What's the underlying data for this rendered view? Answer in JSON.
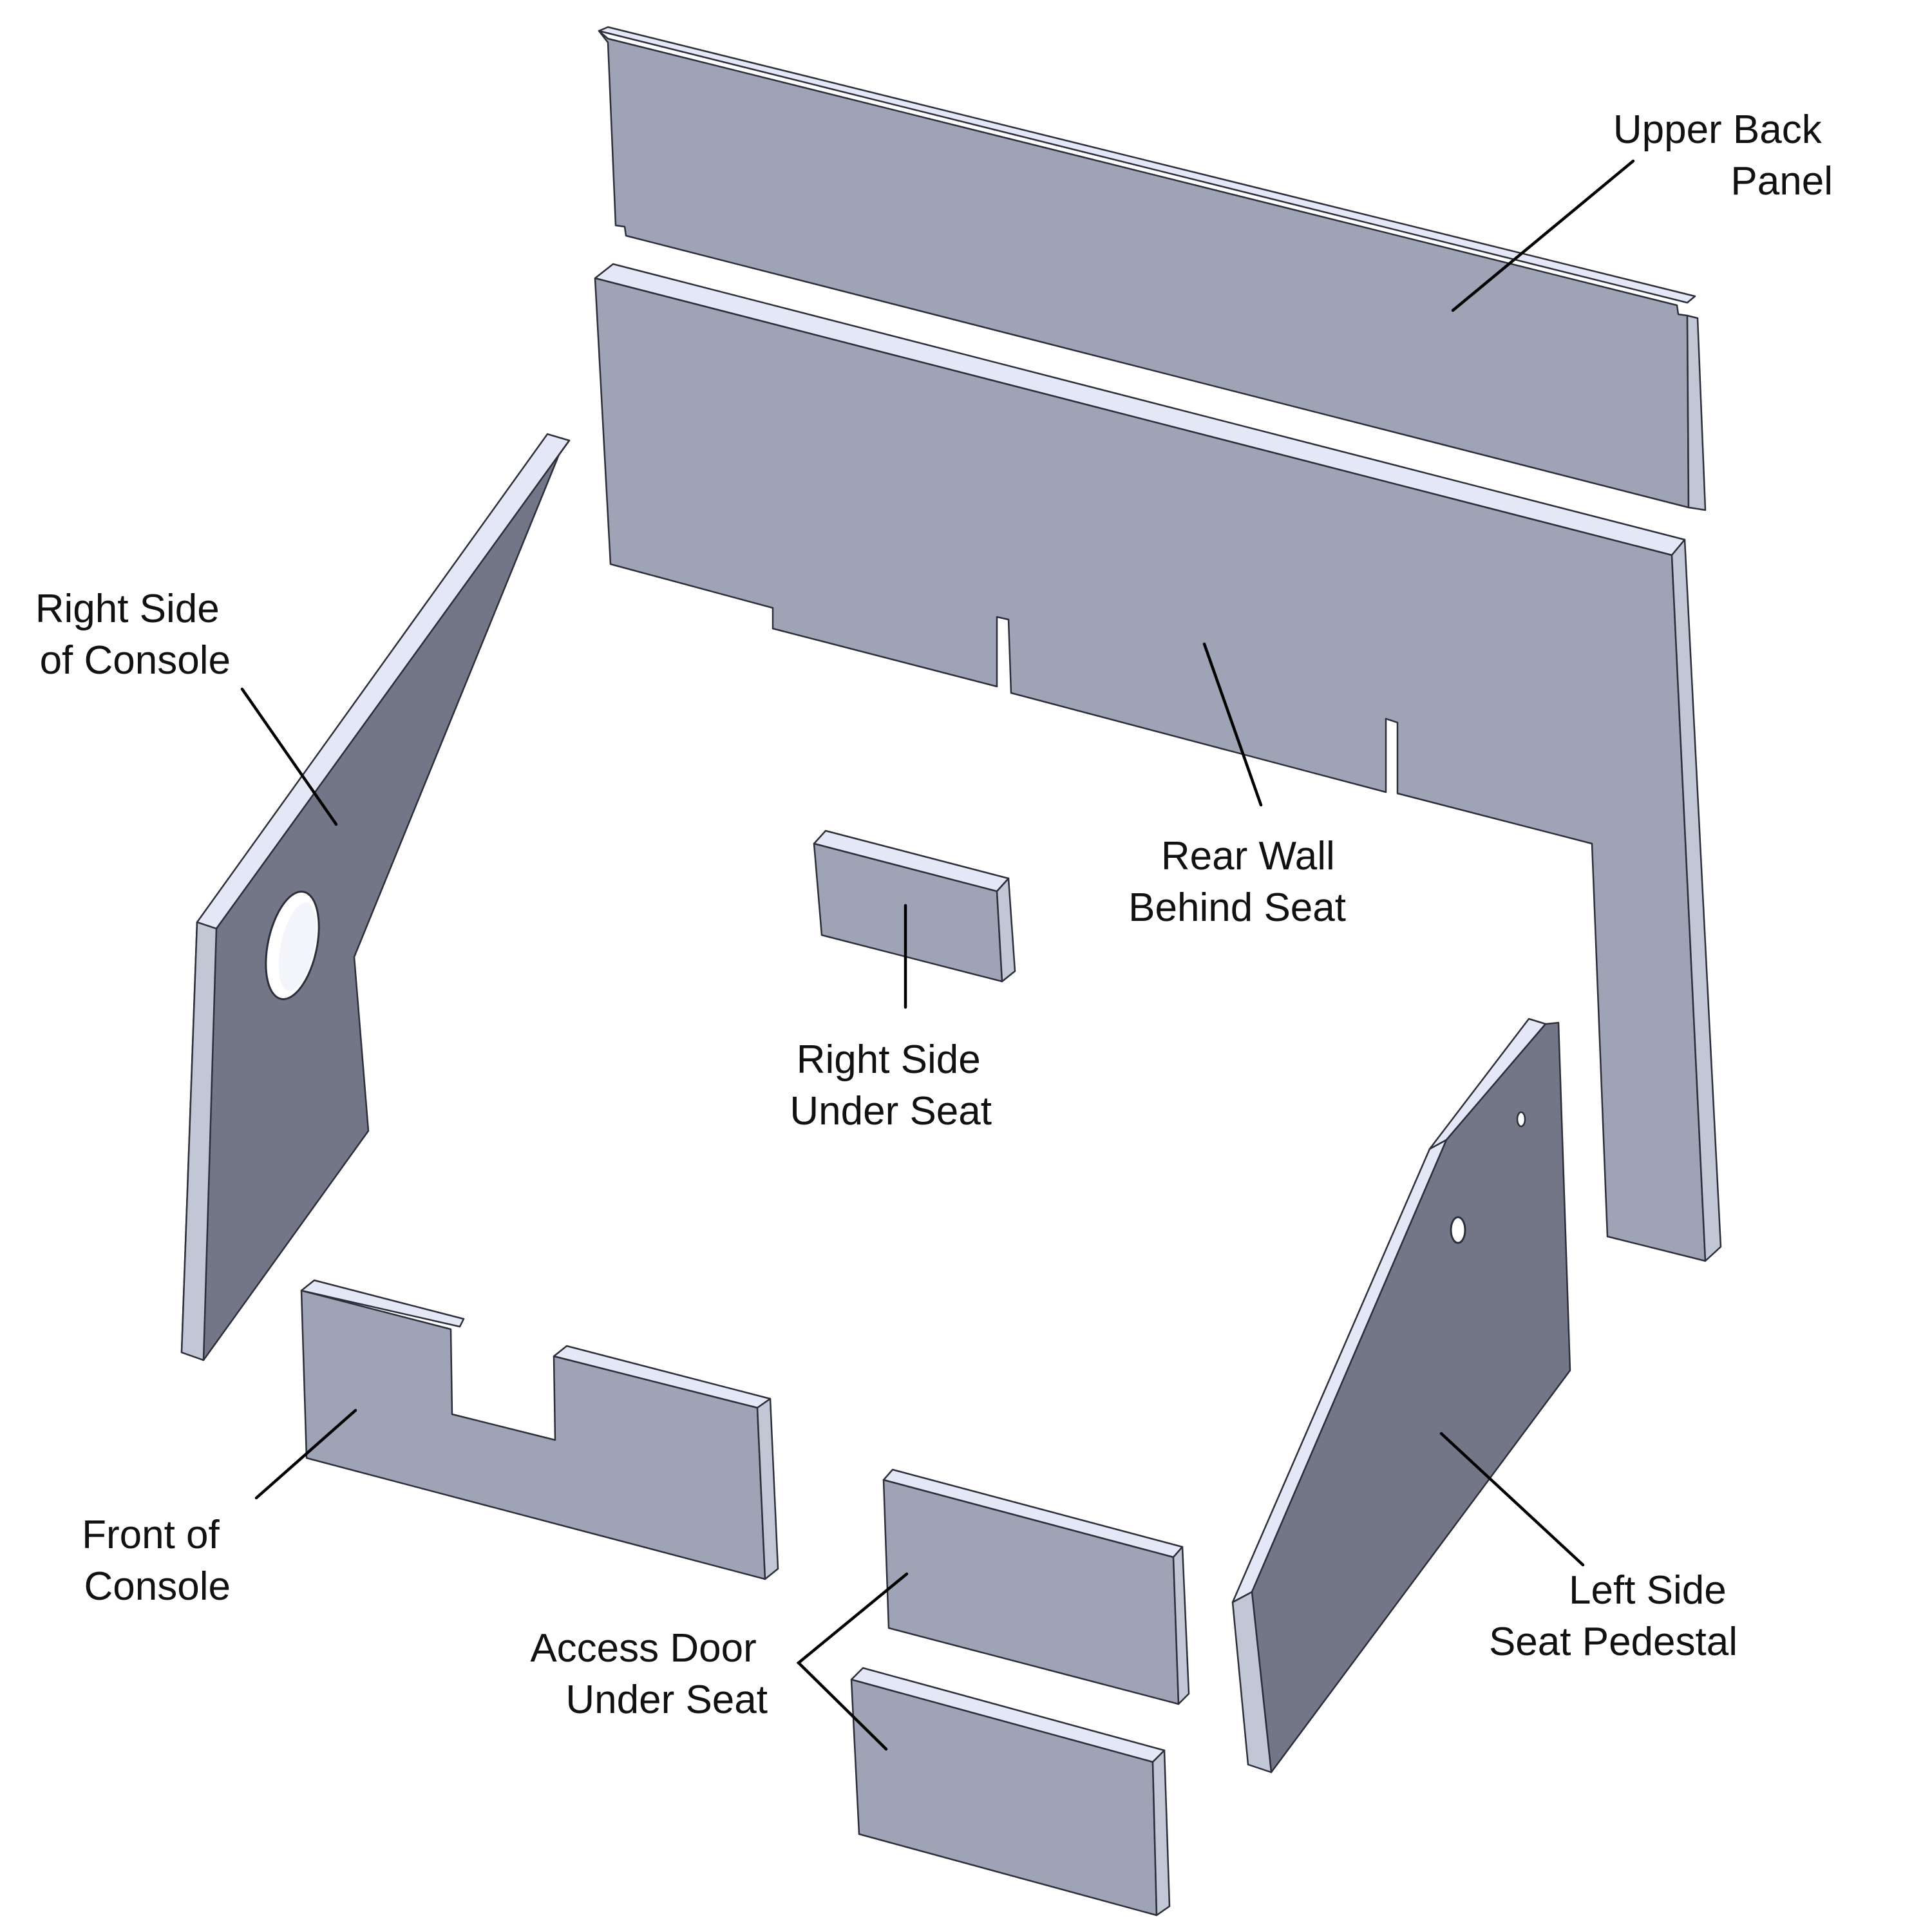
{
  "labels": {
    "upper_back_panel": [
      "Upper Back",
      "Panel"
    ],
    "rear_wall": [
      "Rear Wall",
      "Behind Seat"
    ],
    "right_side_console": [
      "Right Side",
      "of Console"
    ],
    "right_side_under_seat": [
      "Right Side",
      "Under Seat"
    ],
    "front_of_console": [
      "Front of",
      "Console"
    ],
    "access_door": [
      "Access Door",
      "Under Seat"
    ],
    "left_side_pedestal": [
      "Left Side",
      "Seat Pedestal"
    ]
  },
  "colors": {
    "panel_face": "#9ea3b6",
    "panel_shadow_face": "#727687",
    "panel_top_edge": "#e3e7f6",
    "leader_line": "#000000"
  }
}
